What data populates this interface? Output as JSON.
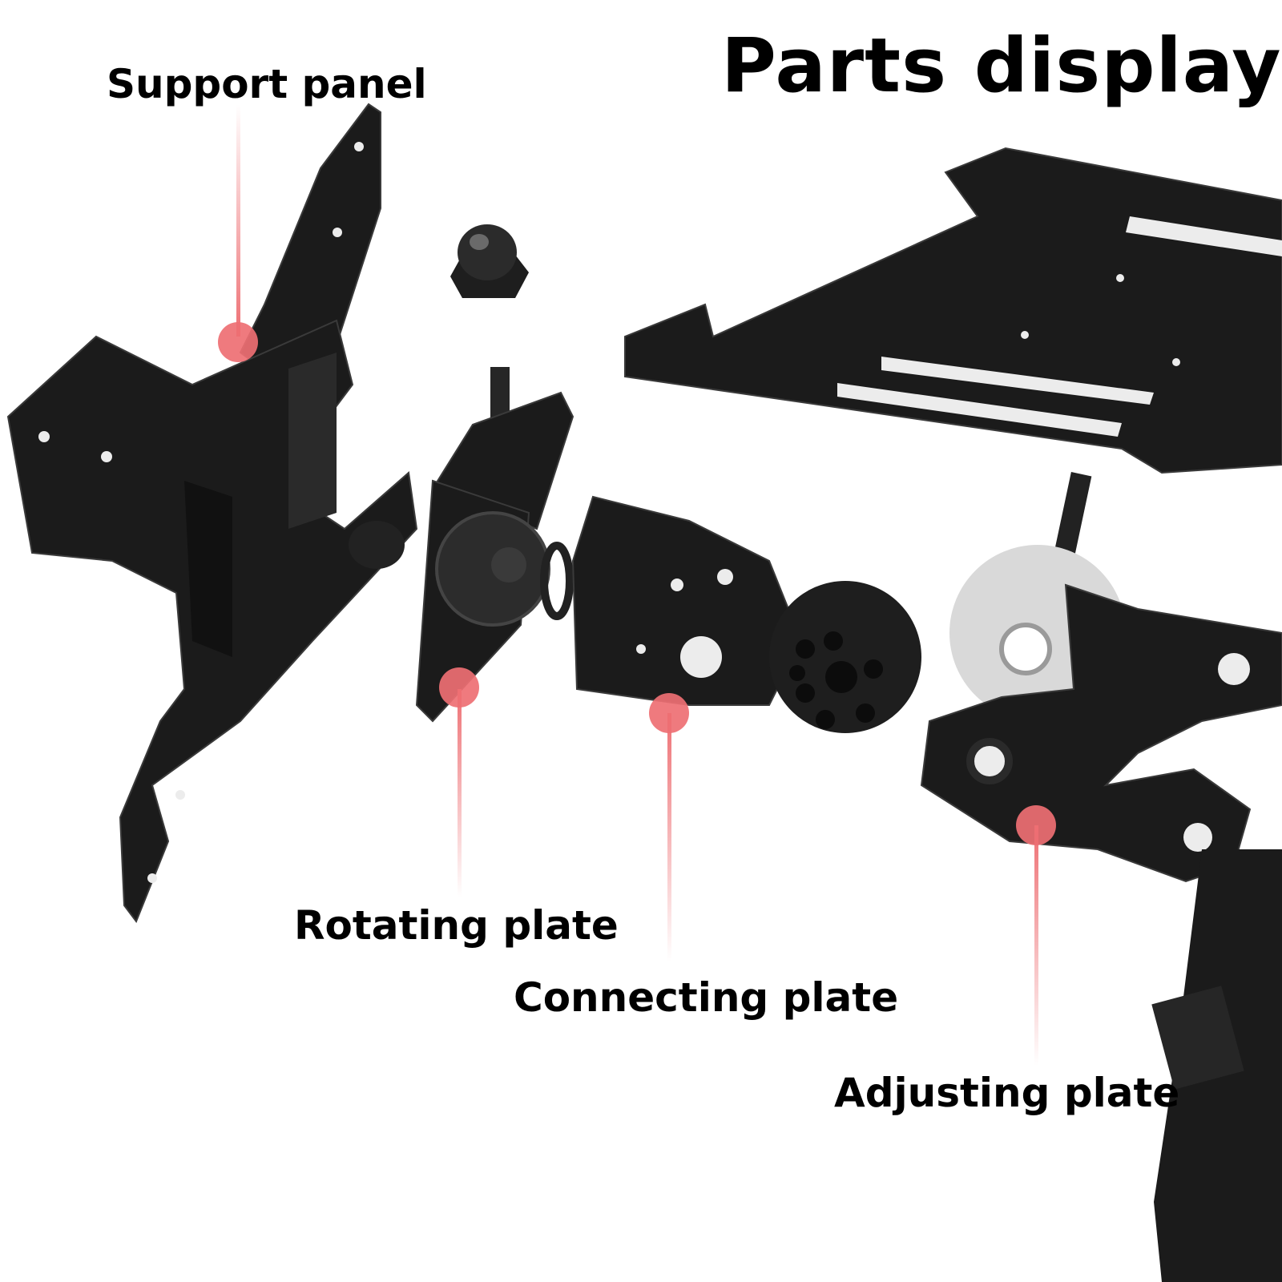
{
  "title": "Parts display",
  "labels": {
    "support_panel": "Support panel",
    "rotating_plate": "Rotating plate",
    "connecting_plate": "Connecting plate",
    "adjusting_plate": "Adjusting plate"
  },
  "colors": {
    "metal": "#1b1b1b",
    "metal_edge": "#3a3a3a",
    "hole": "#ececec",
    "washer": "#d9d9d9",
    "marker": "#ee6f73",
    "text": "#000000"
  }
}
